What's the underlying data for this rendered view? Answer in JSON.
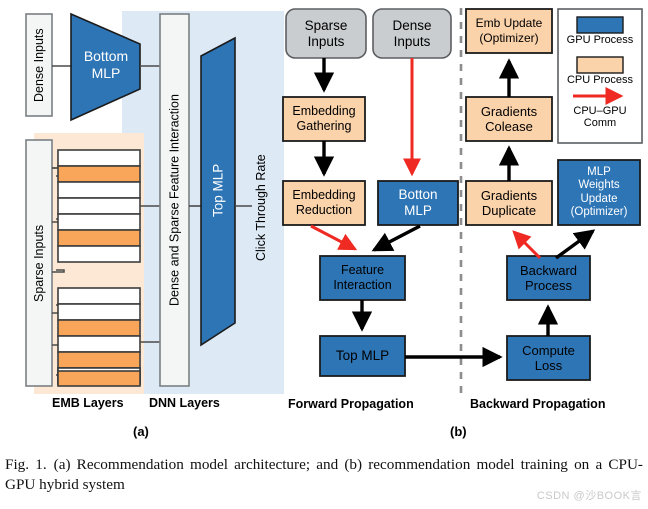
{
  "figure": {
    "caption_lead": "Fig. 1.",
    "caption_text": "(a) Recommendation model architecture; and (b) recommendation model training on a CPU-GPU hybrid system",
    "watermark": "CSDN @沙BOOK言",
    "panel_a_letter": "(a)",
    "panel_b_letter": "(b)"
  },
  "colors": {
    "gpu_blue": "#2e75b6",
    "cpu_orange": "#fbd3ab",
    "emb_orange_row": "#f9a65b",
    "input_gray": "#c9cdd0",
    "dnn_panel_blue": "#ddeaf6",
    "emb_panel_orange": "#fce8d5",
    "comm_red": "#ee2a22",
    "arrow_black": "#000000",
    "box_white": "#f4f6f6"
  },
  "panel_a": {
    "dense_inputs_label": "Dense Inputs",
    "sparse_inputs_label": "Sparse Inputs",
    "bottom_mlp_label": "Bottom\nMLP",
    "interaction_label": "Dense and Sparse Feature Interaction",
    "top_mlp_label": "Top MLP",
    "output_label": "Click Through Rate",
    "emb_layers_label": "EMB Layers",
    "dnn_layers_label": "DNN Layers",
    "embedding_tables": [
      {
        "name": "table-1",
        "rows": [
          "white",
          "orange",
          "white",
          "white",
          "white",
          "orange",
          "white"
        ]
      },
      {
        "name": "table-2",
        "rows": [
          "white",
          "white",
          "orange",
          "white",
          "orange",
          "white",
          "white",
          "orange"
        ]
      }
    ]
  },
  "panel_b": {
    "forward_label": "Forward Propagation",
    "backward_label": "Backward Propagation",
    "nodes": [
      {
        "id": "sparse-inputs",
        "label": "Sparse\nInputs",
        "kind": "input"
      },
      {
        "id": "dense-inputs",
        "label": "Dense\nInputs",
        "kind": "input"
      },
      {
        "id": "embedding-gathering",
        "label": "Embedding\nGathering",
        "kind": "cpu"
      },
      {
        "id": "embedding-reduction",
        "label": "Embedding\nReduction",
        "kind": "cpu"
      },
      {
        "id": "botton-mlp",
        "label": "Botton\nMLP",
        "kind": "gpu"
      },
      {
        "id": "feature-interaction",
        "label": "Feature\nInteraction",
        "kind": "gpu"
      },
      {
        "id": "top-mlp",
        "label": "Top MLP",
        "kind": "gpu"
      },
      {
        "id": "emb-update",
        "label": "Emb Update\n(Optimizer)",
        "kind": "cpu"
      },
      {
        "id": "gradients-colease",
        "label": "Gradients\nColease",
        "kind": "cpu"
      },
      {
        "id": "gradients-duplicate",
        "label": "Gradients\nDuplicate",
        "kind": "cpu"
      },
      {
        "id": "mlp-weights-update",
        "label": "MLP\nWeights\nUpdate\n(Optimizer)",
        "kind": "gpu"
      },
      {
        "id": "backward-process",
        "label": "Backward\nProcess",
        "kind": "gpu"
      },
      {
        "id": "compute-loss",
        "label": "Compute\nLoss",
        "kind": "gpu"
      }
    ],
    "legend": {
      "gpu_label": "GPU Process",
      "cpu_label": "CPU Process",
      "comm_label": "CPU–GPU\nComm"
    }
  }
}
